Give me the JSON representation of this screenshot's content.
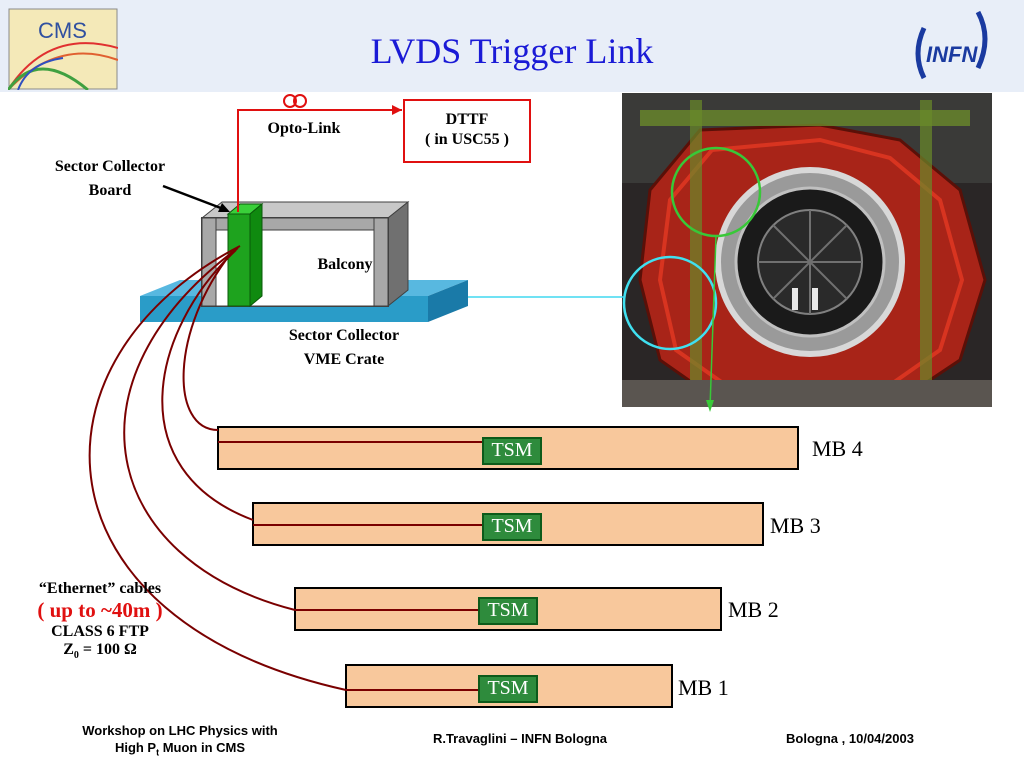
{
  "header": {
    "title": "LVDS Trigger Link",
    "left_logo_text": "CMS",
    "right_logo_text": "INFN"
  },
  "diagram": {
    "opto_link_label": "Opto-Link",
    "dttf_line1": "DTTF",
    "dttf_line2": "( in USC55 )",
    "sector_board_line1": "Sector Collector",
    "sector_board_line2": "Board",
    "balcony_label": "Balcony",
    "crate_line1": "Sector Collector",
    "crate_line2": "VME Crate",
    "chambers": [
      {
        "label": "MB 4",
        "tsm": "TSM"
      },
      {
        "label": "MB 3",
        "tsm": "TSM"
      },
      {
        "label": "MB 2",
        "tsm": "TSM"
      },
      {
        "label": "MB 1",
        "tsm": "TSM"
      }
    ],
    "cable_quote": "“Ethernet” cables",
    "cable_length": "( up to ~40m )",
    "cable_class": "CLASS 6 FTP",
    "cable_z_prefix": "Z",
    "cable_z_sub": "0",
    "cable_z_value": " = 100 Ω"
  },
  "colors": {
    "title": "#1a1ad6",
    "chamber_fill": "#f8c89c",
    "tsm_fill": "#2e8b3c",
    "cable": "#7a0000",
    "opto_link": "#e01010",
    "dttf_border": "#e01010",
    "balcony_rail": "#2a9cc8",
    "sector_board": "#1ea31e",
    "pointer_arrow": "#40d8f0"
  },
  "footer": {
    "left_line1": "Workshop on LHC Physics with",
    "left_line2_prefix": "High P",
    "left_line2_sub": "t",
    "left_line2_suffix": " Muon in CMS",
    "center": "R.Travaglini – INFN Bologna",
    "right": "Bologna , 10/04/2003"
  }
}
